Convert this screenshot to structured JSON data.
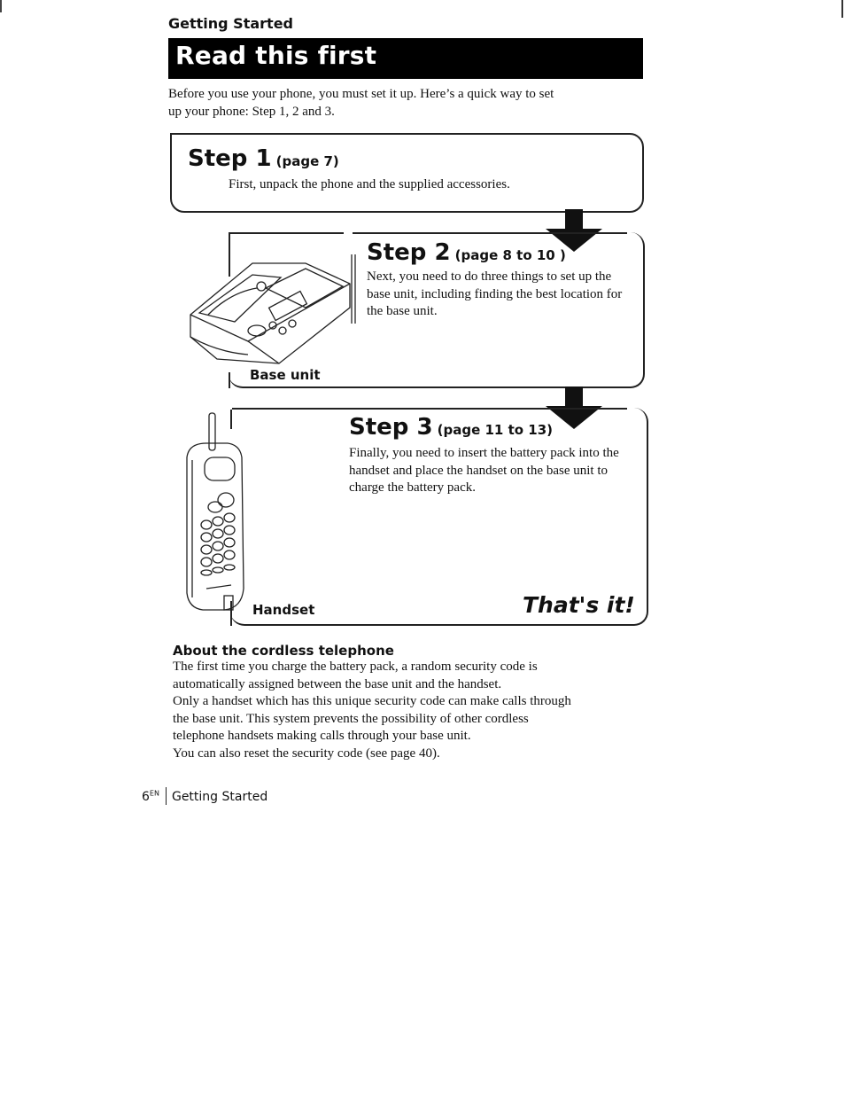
{
  "section_heading": "Getting Started",
  "title": "Read this first",
  "intro": "Before you use your phone, you must set it up. Here’s a quick way to set up your phone: Step 1, 2 and 3.",
  "steps": [
    {
      "label": "Step 1",
      "page": "(page 7)",
      "body": "First, unpack the phone and the supplied accessories."
    },
    {
      "label": "Step 2",
      "page": "(page 8 to 10 )",
      "body": "Next, you need to do three things to set up the base unit, including finding the best location for the base unit."
    },
    {
      "label": "Step 3",
      "page": "(page 11 to 13)",
      "body": "Finally, you need to insert the battery pack into the handset and place the handset on the base unit to charge the battery pack."
    }
  ],
  "captions": {
    "base_unit": "Base unit",
    "handset": "Handset"
  },
  "closing": "That's it!",
  "about": {
    "heading": "About the cordless telephone",
    "paragraphs": [
      "The first time you charge the battery pack, a random security code is automatically assigned between the base unit and the handset.",
      "Only a handset which has this unique security code can make calls through the base unit. This system prevents the possibility of other cordless telephone handsets making calls through your base unit.",
      "You can also reset the security code (see page 40)."
    ]
  },
  "footer": {
    "page_number": "6",
    "superscript": "EN",
    "section": "Getting Started"
  },
  "icons": {
    "arrows": "down-arrow-icon",
    "base_unit": "base-unit-illustration",
    "handset": "handset-illustration"
  }
}
